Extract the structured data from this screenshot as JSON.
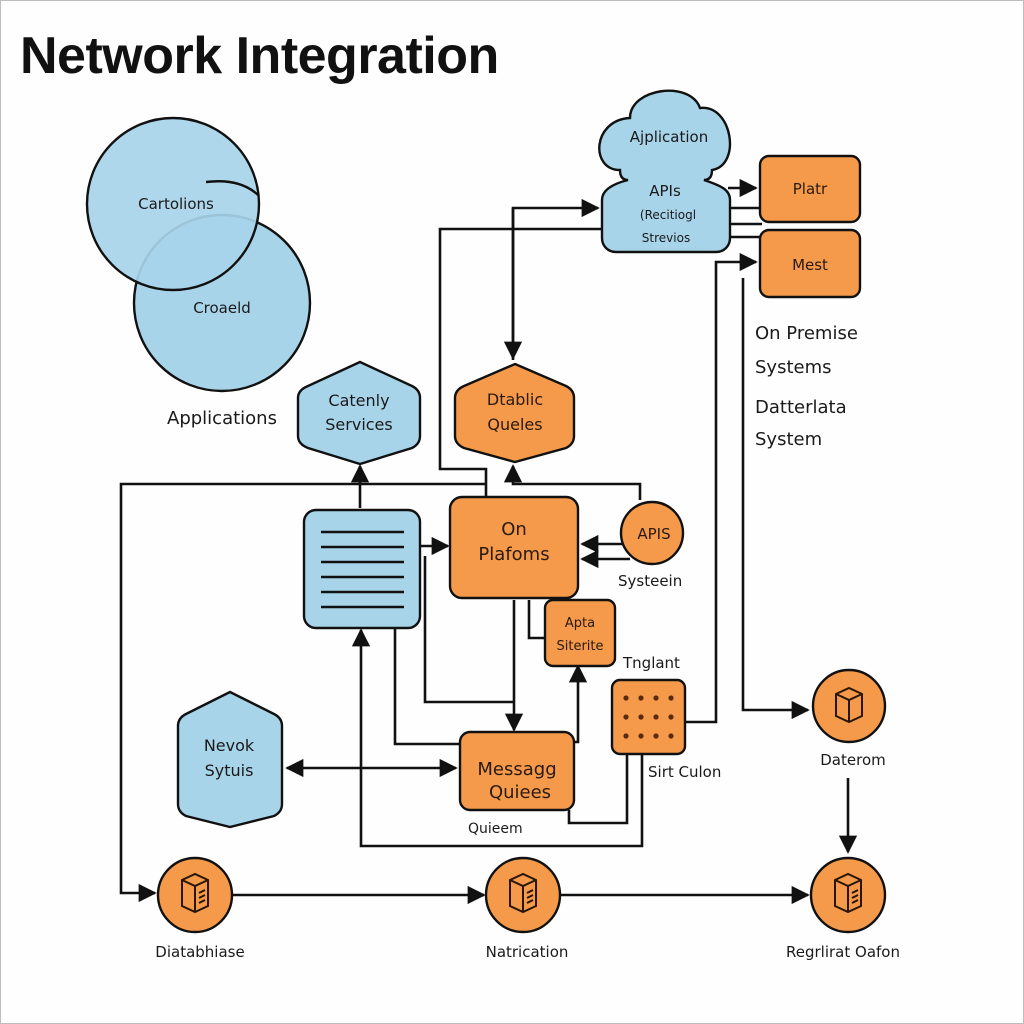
{
  "title": "Network Integration",
  "colors": {
    "blue_fill": "#a8d4ea",
    "orange_fill": "#f59a4a",
    "stroke": "#111111"
  },
  "nodes": {
    "circle_top": {
      "label": "Cartolions"
    },
    "circle_bottom": {
      "label": "Croaeld"
    },
    "cloud": {
      "title": "Ajplication",
      "line1": "APIs",
      "line2": "(Recitiogl",
      "line3": "Strevios"
    },
    "plat_box": {
      "label": "Platr"
    },
    "mest_box": {
      "label": "Mest"
    },
    "catenly": {
      "line1": "Catenly",
      "line2": "Services"
    },
    "dtablic": {
      "line1": "Dtablic",
      "line2": "Queles"
    },
    "doc_box": {
      "icon": "document-lines-icon"
    },
    "on_platforms": {
      "line1": "On",
      "line2": "Plafoms"
    },
    "apis_circle": {
      "label": "APIS"
    },
    "apta": {
      "line1": "Apta",
      "line2": "Siterite"
    },
    "grid_box": {
      "icon": "dot-grid-icon"
    },
    "nevok": {
      "line1": "Nevok",
      "line2": "Sytuis"
    },
    "message": {
      "line1": "Messagg",
      "line2": "Quiees"
    },
    "daterom": {
      "icon": "box-icon"
    },
    "db1": {
      "icon": "server-icon"
    },
    "db2": {
      "icon": "server-icon"
    },
    "db3": {
      "icon": "server-icon"
    }
  },
  "labels": {
    "applications": "Applications",
    "on_premise_1": "On Premise",
    "on_premise_2": "Systems",
    "datterlata_1": "Datterlata",
    "datterlata_2": "System",
    "systeein": "Systeein",
    "tnglant": "Tnglant",
    "sirt_culon": "Sirt Culon",
    "queem": "Quieem",
    "daterom": "Daterom",
    "diatabhiase": "Diatabhiase",
    "natrication": "Natrication",
    "regrilrat": "Regrlirat Oafon"
  }
}
